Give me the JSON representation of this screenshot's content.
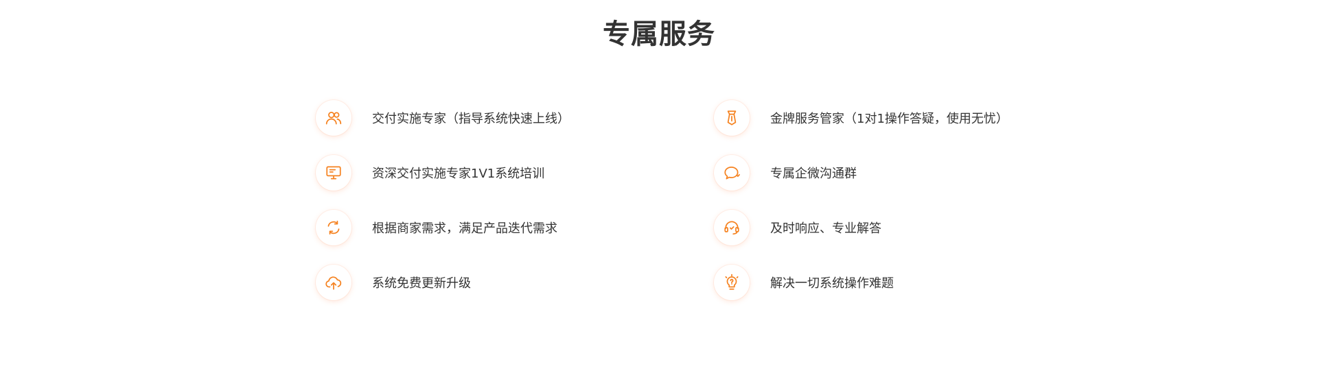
{
  "title": "专属服务",
  "accent_color": "#f58220",
  "left_items": [
    {
      "icon": "users-icon",
      "label": "交付实施专家（指导系统快速上线）"
    },
    {
      "icon": "monitor-icon",
      "label": "资深交付实施专家1V1系统培训"
    },
    {
      "icon": "refresh-icon",
      "label": "根据商家需求，满足产品迭代需求"
    },
    {
      "icon": "cloud-upload-icon",
      "label": "系统免费更新升级"
    }
  ],
  "right_items": [
    {
      "icon": "butler-tie-icon",
      "label": "金牌服务管家（1对1操作答疑，使用无忧）"
    },
    {
      "icon": "chat-bubble-icon",
      "label": "专属企微沟通群"
    },
    {
      "icon": "headset-icon",
      "label": "及时响应、专业解答"
    },
    {
      "icon": "lightbulb-icon",
      "label": "解决一切系统操作难题"
    }
  ]
}
